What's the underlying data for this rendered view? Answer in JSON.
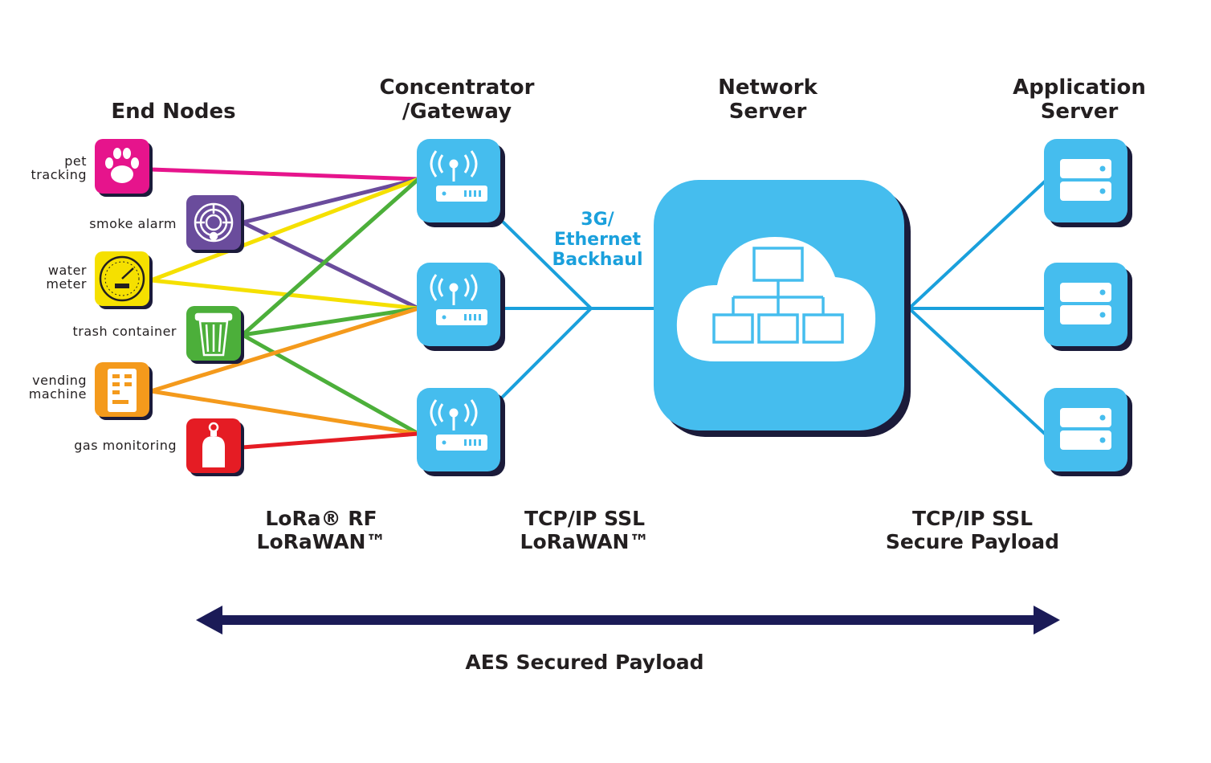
{
  "headers": {
    "end_nodes": "End Nodes",
    "gateway": [
      "Concentrator",
      "/Gateway"
    ],
    "network_server": [
      "Network",
      "Server"
    ],
    "application_server": [
      "Application",
      "Server"
    ]
  },
  "backhaul_label": [
    "3G/",
    "Ethernet",
    "Backhaul"
  ],
  "end_nodes": [
    {
      "label": [
        "pet",
        "tracking"
      ],
      "icon": "paw-icon",
      "color": "#e6148c"
    },
    {
      "label": [
        "smoke alarm"
      ],
      "icon": "smoke-alarm-icon",
      "color": "#6a4c9c"
    },
    {
      "label": [
        "water",
        "meter"
      ],
      "icon": "water-meter-icon",
      "color": "#f5e000"
    },
    {
      "label": [
        "trash container"
      ],
      "icon": "trash-can-icon",
      "color": "#4caf3a"
    },
    {
      "label": [
        "vending",
        "machine"
      ],
      "icon": "vending-machine-icon",
      "color": "#f49a1c"
    },
    {
      "label": [
        "gas monitoring"
      ],
      "icon": "gas-cylinder-icon",
      "color": "#e51c24"
    }
  ],
  "gateways": [
    {
      "icon": "antenna-router-icon"
    },
    {
      "icon": "antenna-router-icon"
    },
    {
      "icon": "antenna-router-icon"
    }
  ],
  "application_servers": [
    {
      "icon": "server-rack-icon"
    },
    {
      "icon": "server-rack-icon"
    },
    {
      "icon": "server-rack-icon"
    }
  ],
  "network_server_icon": "cloud-network-icon",
  "connections": [
    {
      "node": 0,
      "gateways": [
        0
      ]
    },
    {
      "node": 1,
      "gateways": [
        0,
        1
      ]
    },
    {
      "node": 2,
      "gateways": [
        0,
        1
      ]
    },
    {
      "node": 3,
      "gateways": [
        0,
        1,
        2
      ]
    },
    {
      "node": 4,
      "gateways": [
        1,
        2
      ]
    },
    {
      "node": 5,
      "gateways": [
        2
      ]
    }
  ],
  "protocols": {
    "rf": [
      "LoRa® RF",
      "LoRaWAN™"
    ],
    "backhaul": [
      "TCP/IP SSL",
      "LoRaWAN™"
    ],
    "app": [
      "TCP/IP SSL",
      "Secure Payload"
    ]
  },
  "aes_label": "AES Secured Payload",
  "colors": {
    "accent_blue": "#45bdee",
    "line_blue": "#1aa0dc",
    "arrow": "#1b1b57",
    "text": "#231f20"
  }
}
